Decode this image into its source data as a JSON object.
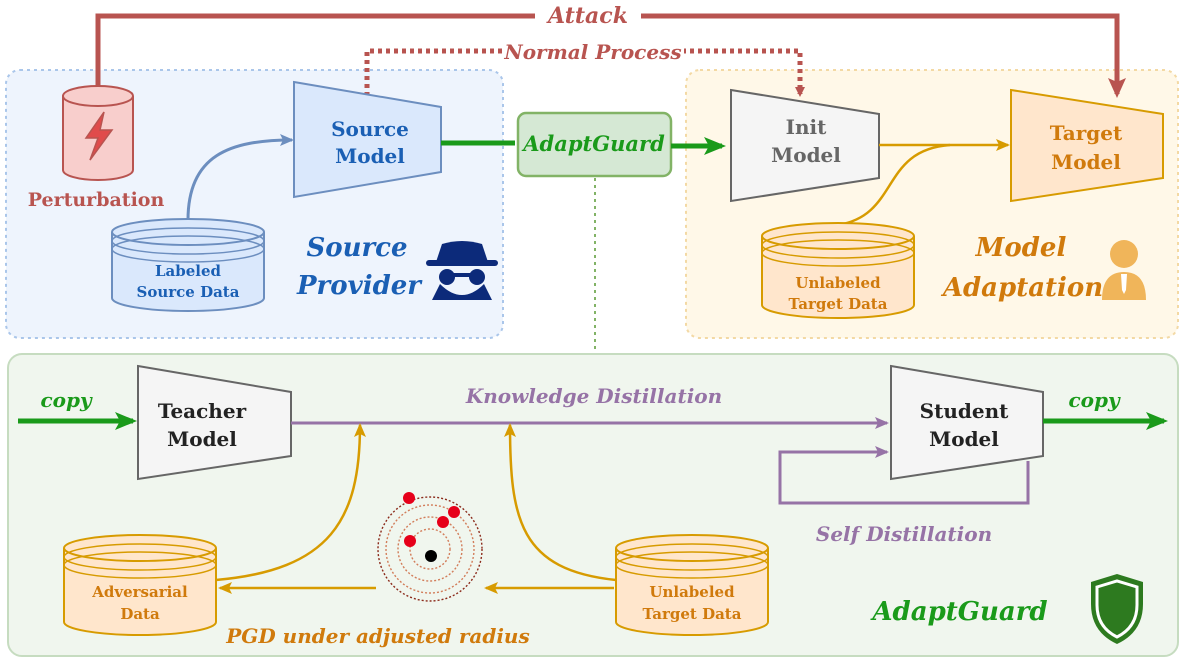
{
  "colors": {
    "attack": "#b85450",
    "source": "#6c8ebf",
    "source_fill": "#dae8fc",
    "source_text": "#1a5fb4",
    "adapt": "#d79b00",
    "adapt_fill": "#ffe6cc",
    "adapt_text": "#d07a0c",
    "guard": "#1a9a1a",
    "guard_fill": "#d5e8d4",
    "guard_border": "#82b366",
    "kd": "#9673a6",
    "gray_fill": "#f5f5f5",
    "gray_stroke": "#666666",
    "pert_fill": "#f8cecc",
    "point": "#e6001a"
  },
  "labels": {
    "attack": "Attack",
    "normal_process": "Normal Process",
    "perturbation": "Perturbation",
    "source_model": [
      "Source",
      "Model"
    ],
    "labeled_source_data": [
      "Labeled",
      "Source Data"
    ],
    "source_provider": [
      "Source",
      "Provider"
    ],
    "adaptguard_box": "AdaptGuard",
    "init_model": [
      "Init",
      "Model"
    ],
    "target_model": [
      "Target",
      "Model"
    ],
    "unlabeled_target_data": [
      "Unlabeled",
      "Target Data"
    ],
    "model_adaptation": [
      "Model",
      "Adaptation"
    ],
    "copy_in": "copy",
    "copy_out": "copy",
    "teacher_model": [
      "Teacher",
      "Model"
    ],
    "knowledge_distillation": "Knowledge Distillation",
    "student_model": [
      "Student",
      "Model"
    ],
    "self_distillation": "Self Distillation",
    "adversarial_data": [
      "Adversarial",
      "Data"
    ],
    "unlabeled_target_data_2": [
      "Unlabeled",
      "Target Data"
    ],
    "pgd": "PGD under adjusted radius",
    "adaptguard_title": "AdaptGuard"
  },
  "icons": {
    "lightning": "lightning-icon",
    "spy": "spy-icon",
    "user": "user-icon",
    "shield": "shield-icon"
  }
}
